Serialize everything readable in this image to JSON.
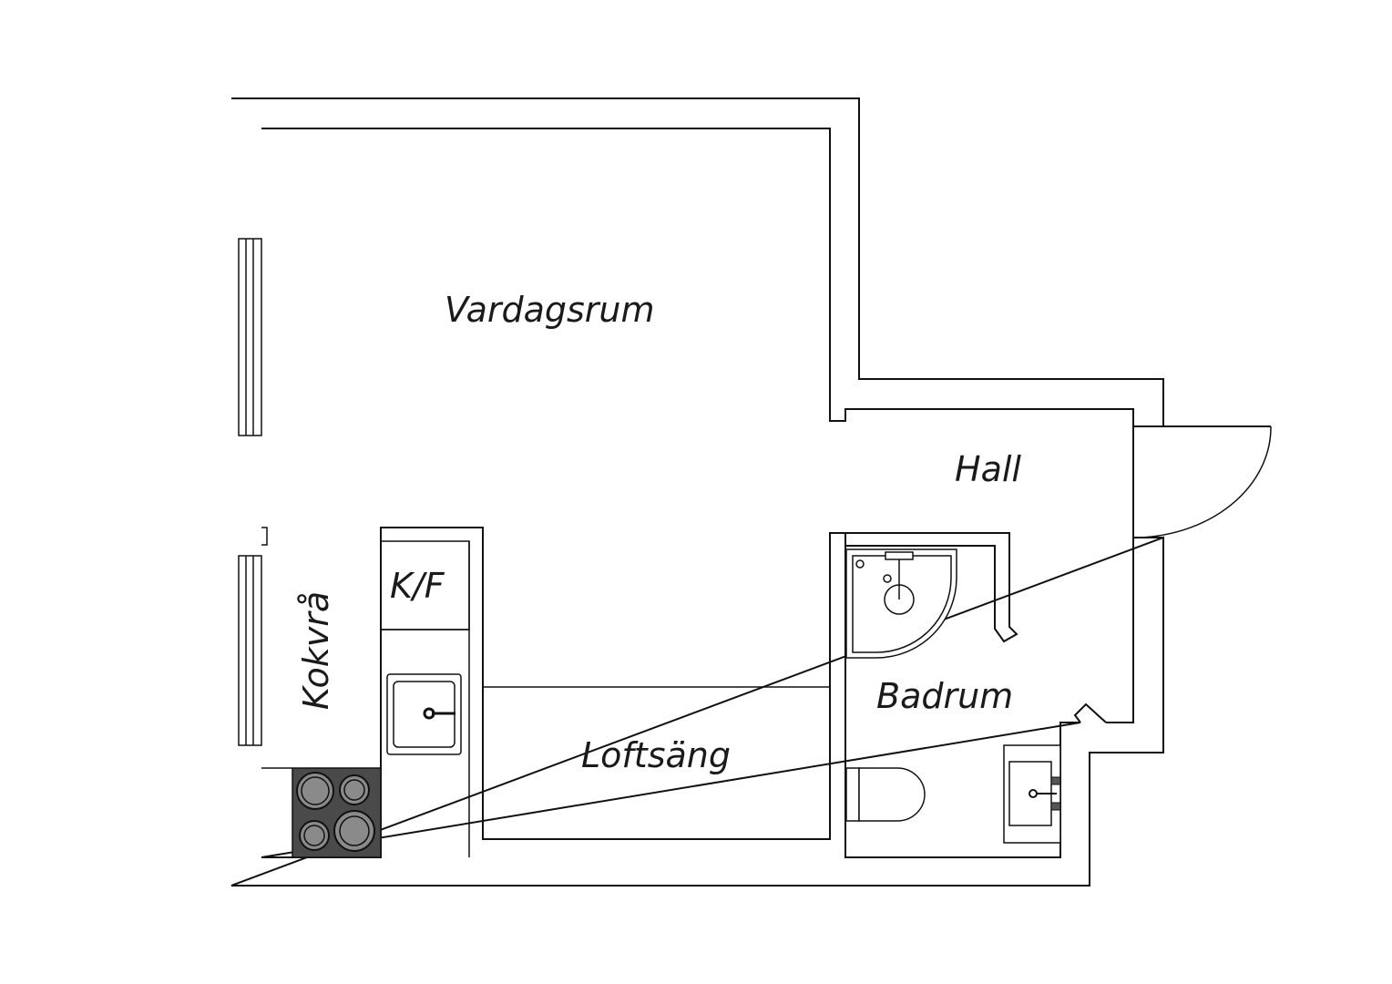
{
  "rooms": {
    "vardagsrum": "Vardagsrum",
    "hall": "Hall",
    "kokvra": "Kokvrå",
    "kf": "K/F",
    "loftsang": "Loftsäng",
    "badrum": "Badrum"
  },
  "colors": {
    "wall": "#111111",
    "stove": "#4a4a4a",
    "burner": "#8a8a8a"
  },
  "icons": [
    "window-icon",
    "door-swing-icon",
    "sink-icon",
    "stove-icon",
    "shower-icon",
    "toilet-icon",
    "washbasin-icon"
  ]
}
